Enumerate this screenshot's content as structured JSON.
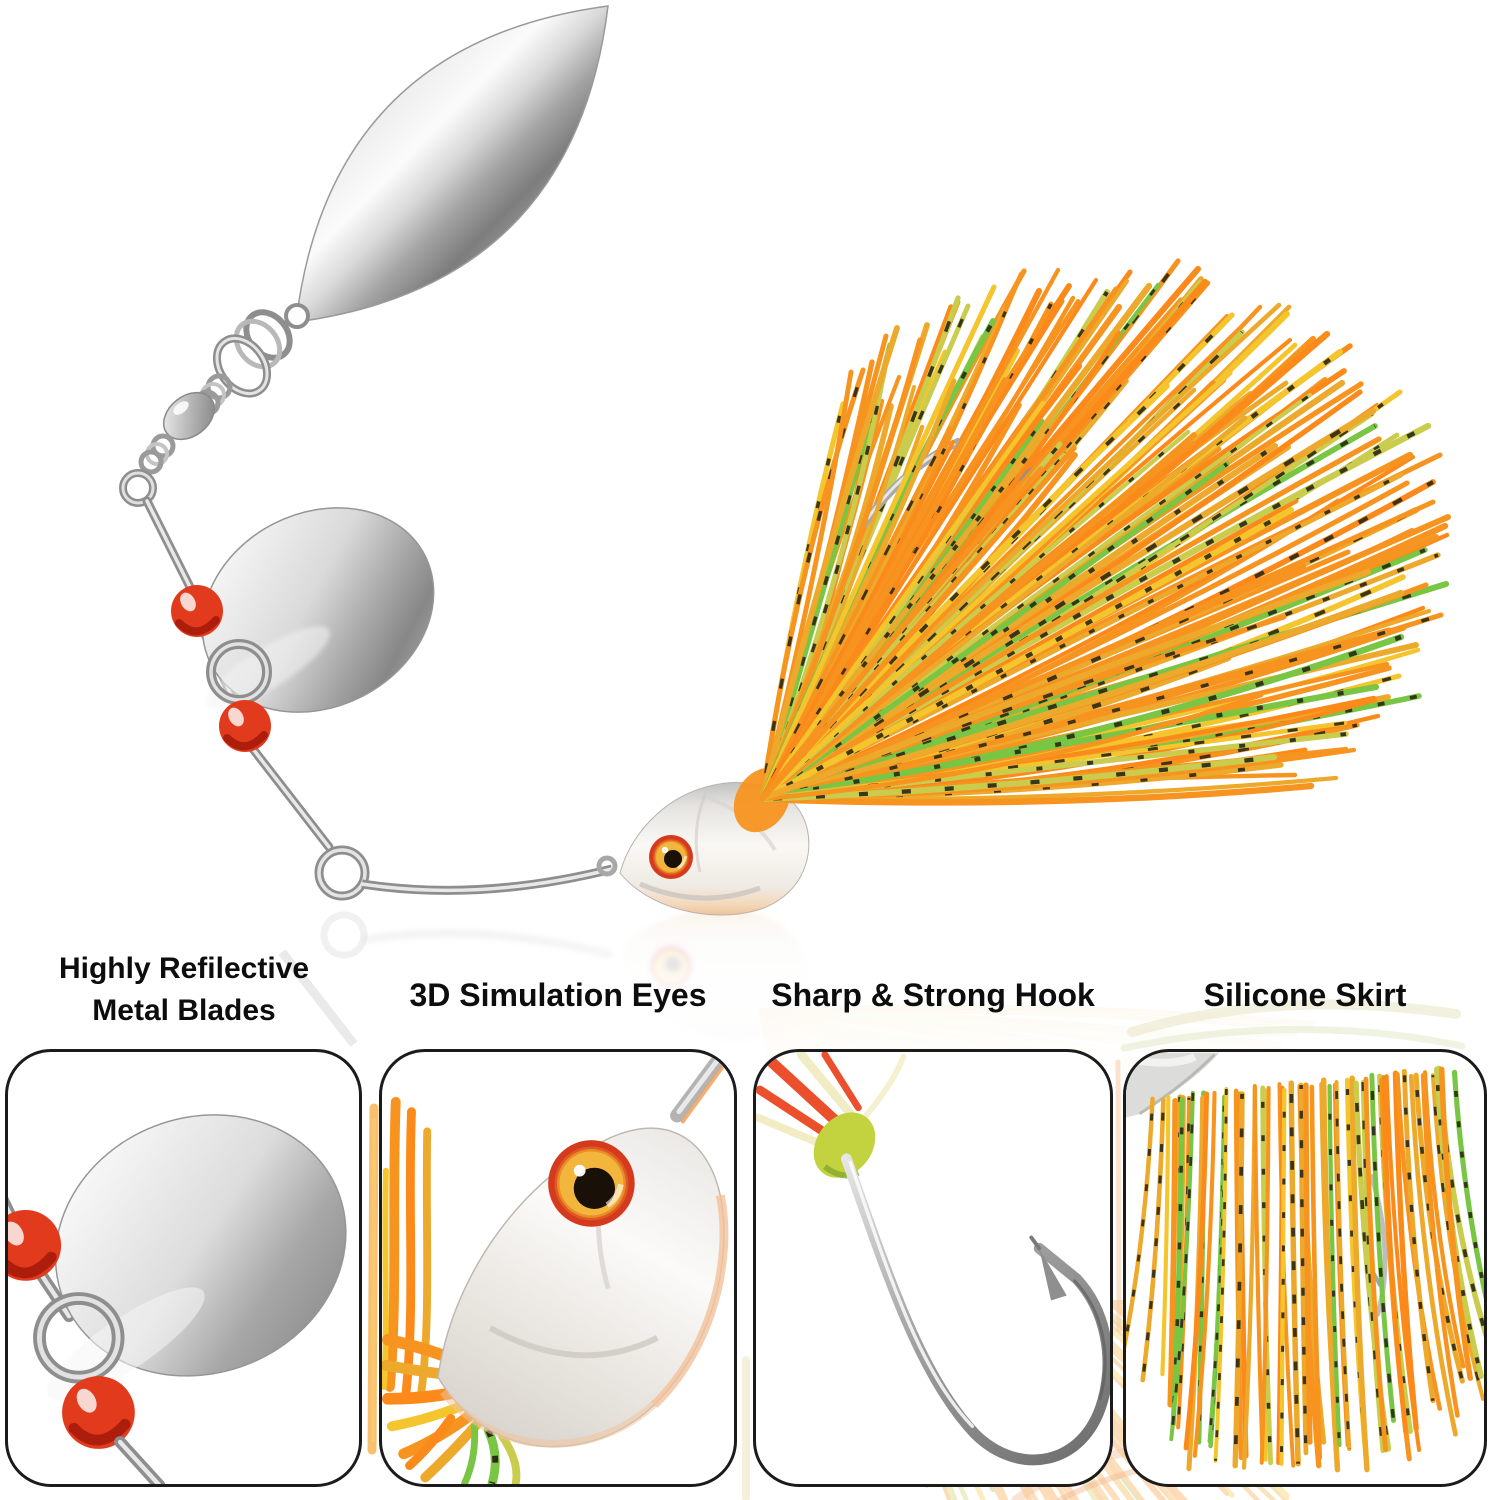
{
  "features": [
    {
      "id": "blades",
      "label": "Highly Refilective\nMetal Blades"
    },
    {
      "id": "eyes",
      "label": "3D Simulation Eyes"
    },
    {
      "id": "hook",
      "label": "Sharp & Strong Hook"
    },
    {
      "id": "skirt",
      "label": "Silicone Skirt"
    }
  ],
  "colors": {
    "background": "#ffffff",
    "label_text": "#0d0d0d",
    "panel_border": "#1b1b1b",
    "skirt_orange": "#f79420",
    "skirt_orange2": "#fb8a1a",
    "skirt_amber": "#eda92b",
    "skirt_yellow": "#f4c52d",
    "skirt_chartreuse": "#c9cc4d",
    "skirt_green": "#79c544",
    "skirt_bar_black": "#2d2a16",
    "bead_red": "#e23a1c",
    "bead_red_dark": "#9b1407",
    "eye_ring": "#d63a1e",
    "eye_iris": "#f3b63c",
    "eye_pupil": "#191008",
    "strand_red": "#ec4f2b",
    "strand_pale": "#f2ecc4",
    "collar_lime": "#c3d23f",
    "head_white": "#f7f5f2",
    "head_belly_peach": "#f2c7a0",
    "metal_light": "#f4f4f4",
    "metal_dark": "#7d7d7d"
  }
}
